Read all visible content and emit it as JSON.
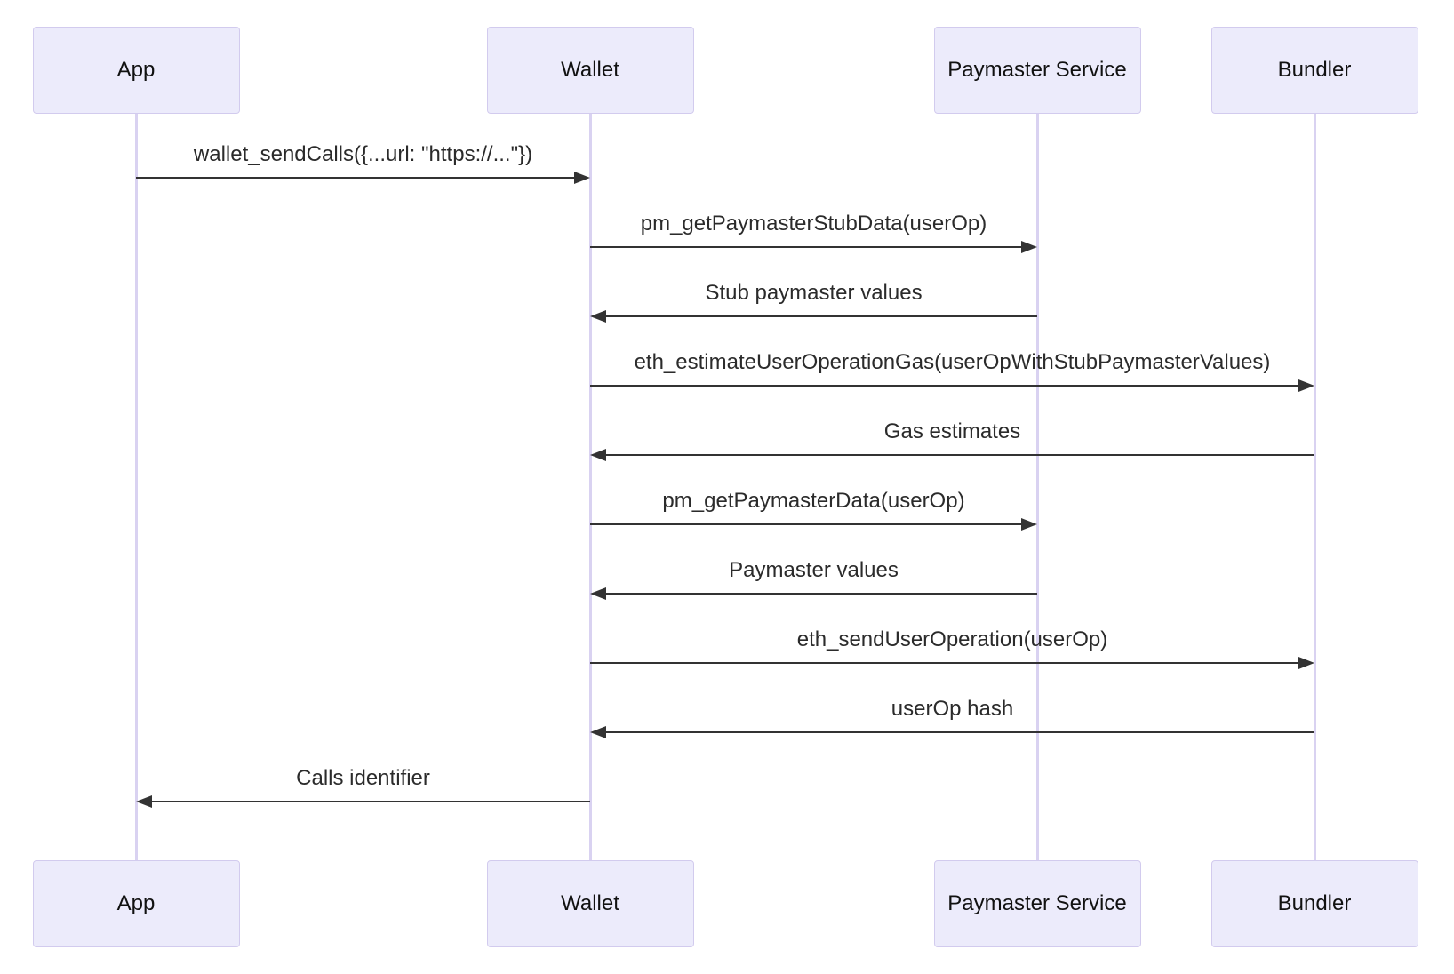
{
  "diagram": {
    "type": "sequence",
    "actors": [
      {
        "name": "App"
      },
      {
        "name": "Wallet"
      },
      {
        "name": "Paymaster Service"
      },
      {
        "name": "Bundler"
      }
    ],
    "messages": [
      {
        "from": "App",
        "to": "Wallet",
        "text": "wallet_sendCalls({...url: \"https://...\"})"
      },
      {
        "from": "Wallet",
        "to": "Paymaster Service",
        "text": "pm_getPaymasterStubData(userOp)"
      },
      {
        "from": "Paymaster Service",
        "to": "Wallet",
        "text": "Stub paymaster values"
      },
      {
        "from": "Wallet",
        "to": "Bundler",
        "text": "eth_estimateUserOperationGas(userOpWithStubPaymasterValues)"
      },
      {
        "from": "Bundler",
        "to": "Wallet",
        "text": "Gas estimates"
      },
      {
        "from": "Wallet",
        "to": "Paymaster Service",
        "text": "pm_getPaymasterData(userOp)"
      },
      {
        "from": "Paymaster Service",
        "to": "Wallet",
        "text": "Paymaster values"
      },
      {
        "from": "Wallet",
        "to": "Bundler",
        "text": "eth_sendUserOperation(userOp)"
      },
      {
        "from": "Bundler",
        "to": "Wallet",
        "text": "userOp hash"
      },
      {
        "from": "Wallet",
        "to": "App",
        "text": "Calls identifier"
      }
    ],
    "colors": {
      "background": "#FFFFFF",
      "actor_fill": "#ECEBFB",
      "actor_border": "#D2CBEE",
      "lifeline": "#D9D2F1",
      "arrow": "#333333",
      "message_text": "#2B2B2B",
      "actor_text": "#111111"
    }
  }
}
